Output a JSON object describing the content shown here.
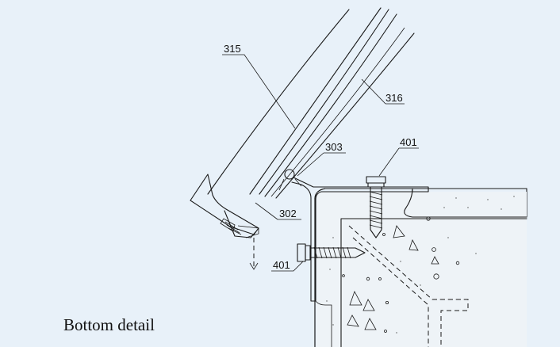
{
  "caption": "Bottom detail",
  "callouts": {
    "c315": "315",
    "c316": "316",
    "c303": "303",
    "c401_top": "401",
    "c302": "302",
    "c401_left": "401"
  },
  "colors": {
    "background": "#e8f1f9",
    "line": "#1a1a1a",
    "concrete": "#eef3f7"
  }
}
